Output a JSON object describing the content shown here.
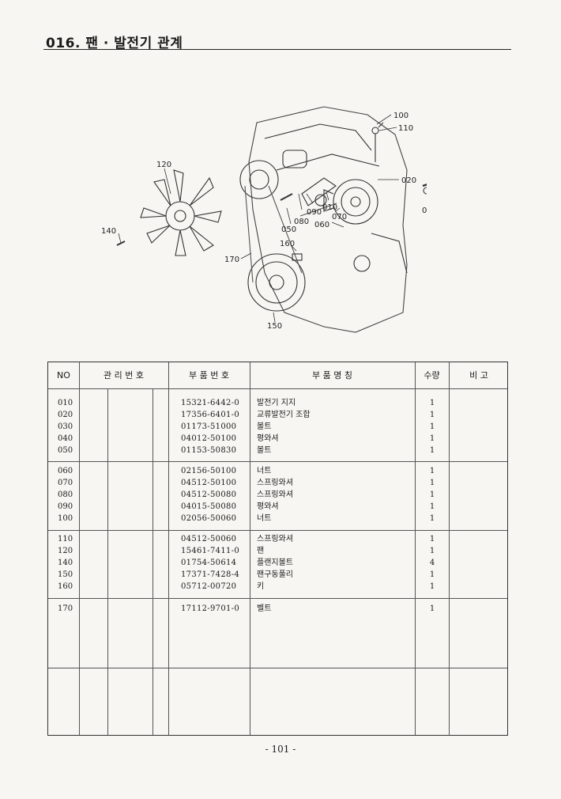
{
  "page": {
    "title": "016. 팬 · 발전기 관계",
    "number": "- 101 -"
  },
  "diagram": {
    "callouts": [
      "100",
      "110",
      "120",
      "020",
      "030",
      "040",
      "010",
      "090",
      "080",
      "070",
      "060",
      "050",
      "140",
      "160",
      "170",
      "150"
    ]
  },
  "table": {
    "headers": {
      "no": "NO",
      "management": "관 리 번 호",
      "part_number": "부 품 번 호",
      "part_name": "부 품 명 칭",
      "qty": "수량",
      "remarks": "비 고"
    },
    "groups": [
      [
        {
          "no": "010",
          "part": "15321-6442-0",
          "name": "발전기 지지",
          "qty": "1"
        },
        {
          "no": "020",
          "part": "17356-6401-0",
          "name": "교류발전기 조합",
          "qty": "1"
        },
        {
          "no": "030",
          "part": "01173-51000",
          "name": "볼트",
          "qty": "1"
        },
        {
          "no": "040",
          "part": "04012-50100",
          "name": "평와셔",
          "qty": "1"
        },
        {
          "no": "050",
          "part": "01153-50830",
          "name": "볼트",
          "qty": "1"
        }
      ],
      [
        {
          "no": "060",
          "part": "02156-50100",
          "name": "너트",
          "qty": "1"
        },
        {
          "no": "070",
          "part": "04512-50100",
          "name": "스프링와셔",
          "qty": "1"
        },
        {
          "no": "080",
          "part": "04512-50080",
          "name": "스프링와셔",
          "qty": "1"
        },
        {
          "no": "090",
          "part": "04015-50080",
          "name": "평와셔",
          "qty": "1"
        },
        {
          "no": "100",
          "part": "02056-50060",
          "name": "너트",
          "qty": "1"
        }
      ],
      [
        {
          "no": "110",
          "part": "04512-50060",
          "name": "스프링와셔",
          "qty": "1"
        },
        {
          "no": "120",
          "part": "15461-7411-0",
          "name": "팬",
          "qty": "1"
        },
        {
          "no": "140",
          "part": "01754-50614",
          "name": "플랜지볼트",
          "qty": "4"
        },
        {
          "no": "150",
          "part": "17371-7428-4",
          "name": "팬구동풀리",
          "qty": "1"
        },
        {
          "no": "160",
          "part": "05712-00720",
          "name": "키",
          "qty": "1"
        }
      ],
      [
        {
          "no": "170",
          "part": "17112-9701-0",
          "name": "벨트",
          "qty": "1"
        }
      ]
    ]
  }
}
